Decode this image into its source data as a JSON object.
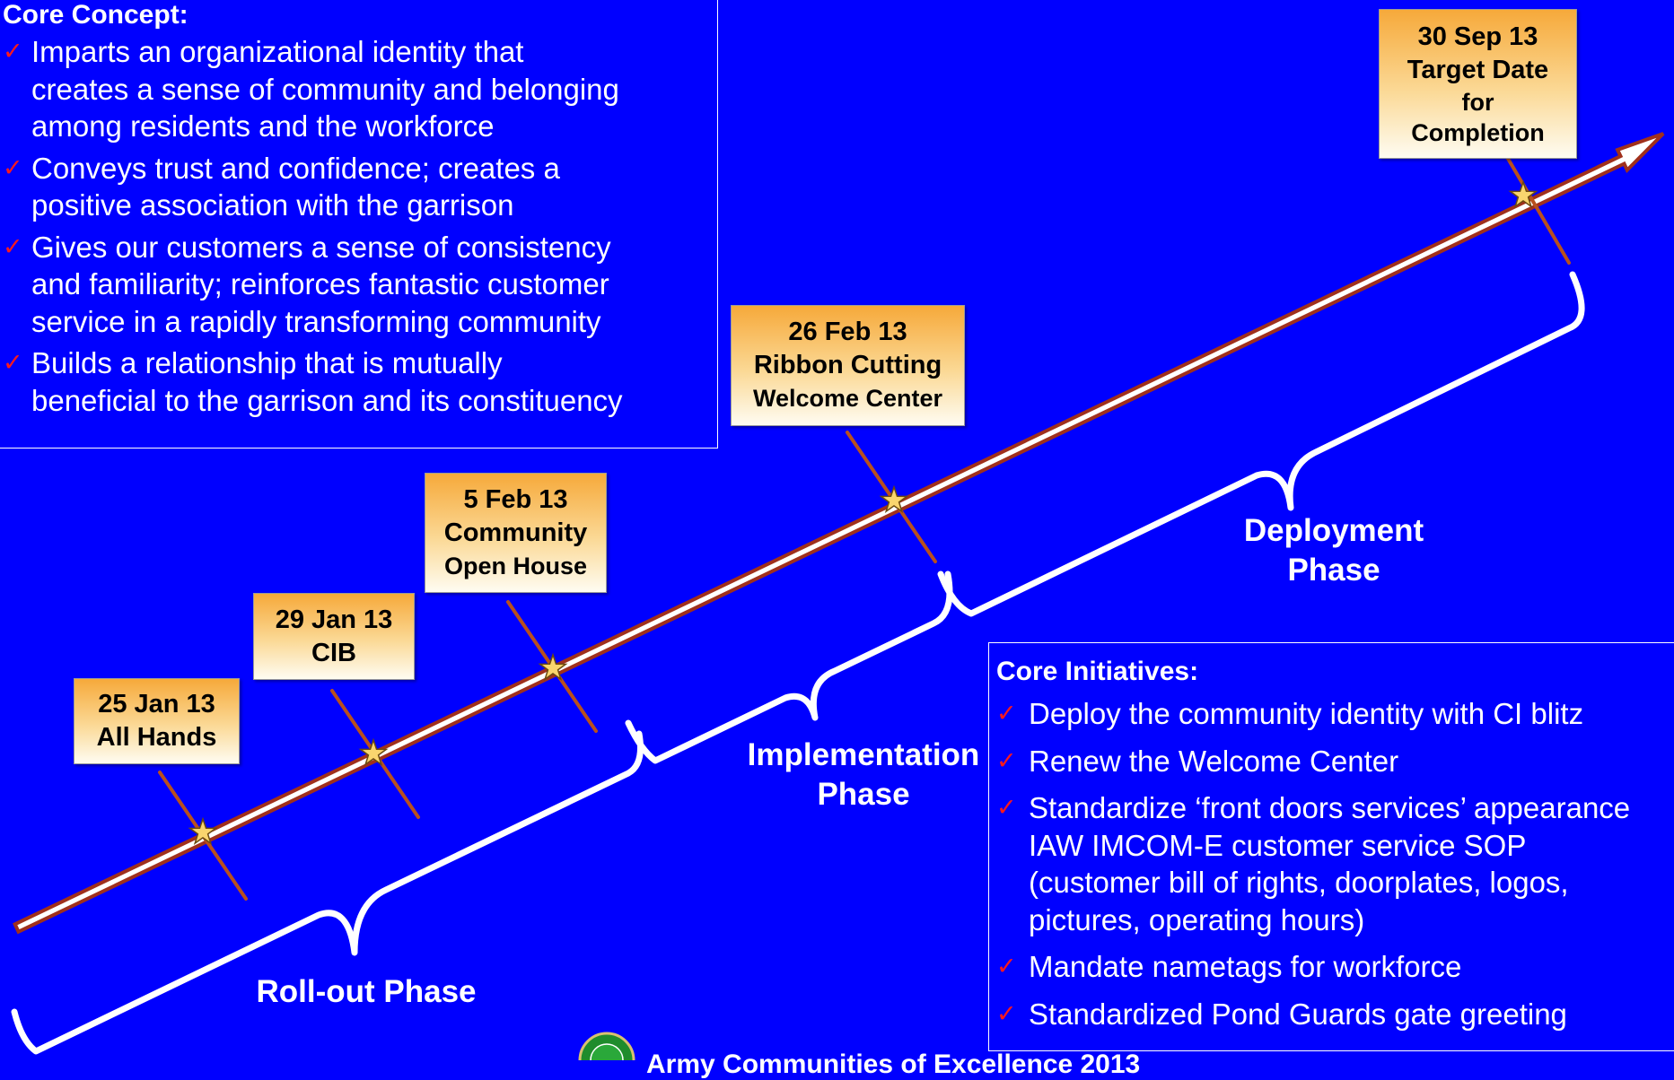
{
  "core_concept": {
    "title": "Core Concept:",
    "items": [
      [
        "Imparts an organizational identity that",
        "creates a sense of community and belonging",
        "among residents and the workforce"
      ],
      [
        "Conveys trust and confidence; creates a",
        "positive association with the garrison"
      ],
      [
        "Gives our customers a sense of consistency",
        "and familiarity; reinforces fantastic customer",
        "service in a rapidly transforming community"
      ],
      [
        "Builds a relationship that is mutually",
        "beneficial to the garrison and its constituency"
      ]
    ]
  },
  "core_initiatives": {
    "title": "Core Initiatives:",
    "items": [
      [
        "Deploy the community identity with CI blitz"
      ],
      [
        "Renew the Welcome Center"
      ],
      [
        "Standardize ‘front doors services’ appearance",
        "IAW IMCOM-E customer service SOP",
        "(customer bill of rights, doorplates, logos,",
        "pictures, operating hours)"
      ],
      [
        "Mandate nametags for workforce"
      ],
      [
        "Standardized Pond Guards gate greeting"
      ]
    ]
  },
  "check_glyph": "✓",
  "milestones": [
    {
      "date": "25 Jan 13",
      "label": [
        "All Hands"
      ]
    },
    {
      "date": "29 Jan 13",
      "label": [
        "CIB"
      ]
    },
    {
      "date": "5 Feb 13",
      "label": [
        "Community",
        "Open House"
      ]
    },
    {
      "date": "26 Feb 13",
      "label": [
        "Ribbon Cutting",
        "Welcome Center"
      ]
    },
    {
      "date": "30 Sep 13",
      "label": [
        "Target Date",
        "for",
        "Completion"
      ]
    }
  ],
  "phases": {
    "rollout": [
      "Roll-out Phase"
    ],
    "implementation": [
      "Implementation",
      "Phase"
    ],
    "deployment": [
      "Deployment",
      "Phase"
    ]
  },
  "footer": {
    "text": "Army Communities of Excellence 2013"
  },
  "colors": {
    "background": "#0000ff",
    "arrow_fill": "#ffffff",
    "arrow_outline": "#a0301c",
    "tick_line": "#b8501e",
    "star_fill": "#f9d56e",
    "check": "#ff1a1a",
    "text": "#ffffff",
    "callout_top": "#f6a93a",
    "callout_bottom": "#fefcf2"
  },
  "icons": {
    "star": "star-icon",
    "check": "check-icon",
    "seal": "seal-icon"
  }
}
